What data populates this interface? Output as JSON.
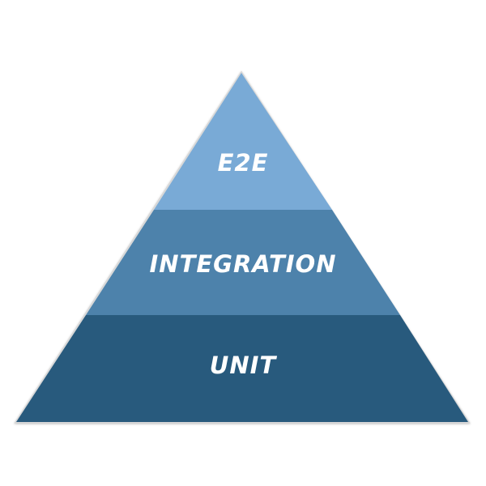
{
  "diagram": {
    "type": "pyramid",
    "tiers": [
      {
        "label": "E2E",
        "color": "#79aad6"
      },
      {
        "label": "INTEGRATION",
        "color": "#4d82ab"
      },
      {
        "label": "UNIT",
        "color": "#285a7d"
      }
    ],
    "outline_color": "#d8d8d8"
  }
}
